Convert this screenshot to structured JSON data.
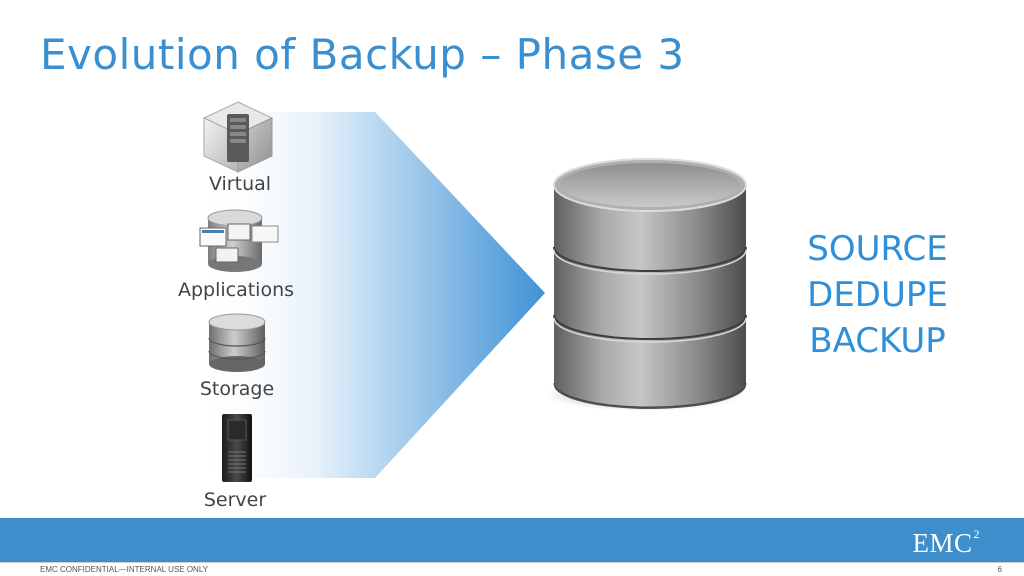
{
  "slide": {
    "title": "Evolution of Backup – Phase 3"
  },
  "sources": [
    {
      "label": "Virtual",
      "icon": "virtual-cube-icon"
    },
    {
      "label": "Applications",
      "icon": "applications-icon"
    },
    {
      "label": "Storage",
      "icon": "storage-icon"
    },
    {
      "label": "Server",
      "icon": "server-icon"
    }
  ],
  "target": {
    "icon": "database-icon",
    "callout_lines": [
      "SOURCE",
      "DEDUPE",
      "BACKUP"
    ]
  },
  "footer": {
    "logo": "EMC",
    "logo_superscript": "2",
    "confidential": "EMC CONFIDENTIAL—INTERNAL USE ONLY",
    "page_number": "6"
  },
  "colors": {
    "title": "#3a8fd0",
    "accent": "#2f8fd8",
    "footer_bar": "#3d8ecb"
  }
}
